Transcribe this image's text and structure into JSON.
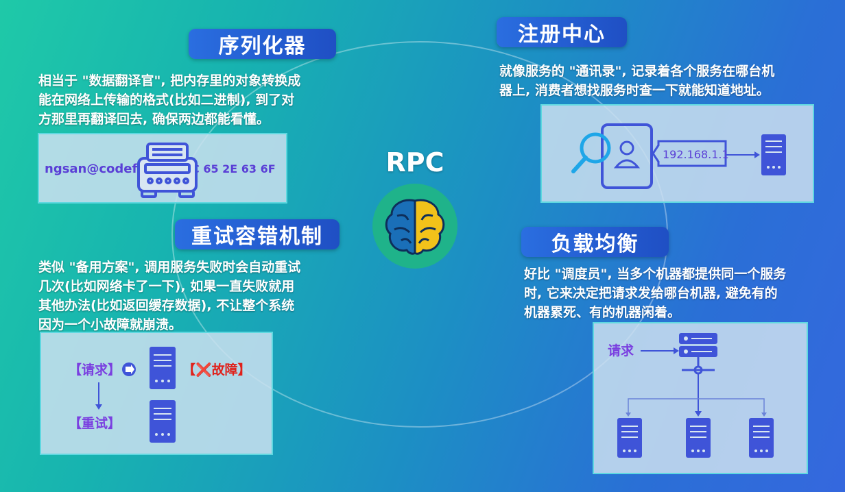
{
  "center": {
    "title": "RPC",
    "icon": "brain-icon"
  },
  "serialization": {
    "title": "序列化器",
    "desc": [
      "相当于 \"数据翻译官\", 把内存里的对象转换成",
      "能在网络上传输的格式(比如二进制), 到了对",
      "方那里再翻译回去, 确保两边都能看懂。"
    ],
    "illustration": {
      "left_text": "ngsan@codef",
      "right_text": "C 65 2E 63 6F"
    }
  },
  "registry": {
    "title": "注册中心",
    "desc": [
      "就像服务的 \"通讯录\", 记录着各个服务在哪台机",
      "器上, 消费者想找服务时查一下就能知道地址。"
    ],
    "illustration": {
      "ip": "192.168.1.1"
    }
  },
  "retry": {
    "title": "重试容错机制",
    "desc": [
      "类似 \"备用方案\", 调用服务失败时会自动重试",
      "几次(比如网络卡了一下), 如果一直失败就用",
      "其他办法(比如返回缓存数据), 不让整个系统",
      "因为一个小故障就崩溃。"
    ],
    "illustration": {
      "request": "【请求】",
      "fault": "【❌故障】",
      "retry": "【重试】"
    }
  },
  "loadbalance": {
    "title": "负载均衡",
    "desc": [
      "好比 \"调度员\", 当多个机器都提供同一个服务",
      "时, 它来决定把请求发给哪台机器, 避免有的",
      "机器累死、有的机器闲着。"
    ],
    "illustration": {
      "request": "请求"
    }
  },
  "colors": {
    "accent": "#2a6ee0",
    "icon": "#3f54d8",
    "fault": "#e0201a",
    "label": "#7a3fe0"
  }
}
